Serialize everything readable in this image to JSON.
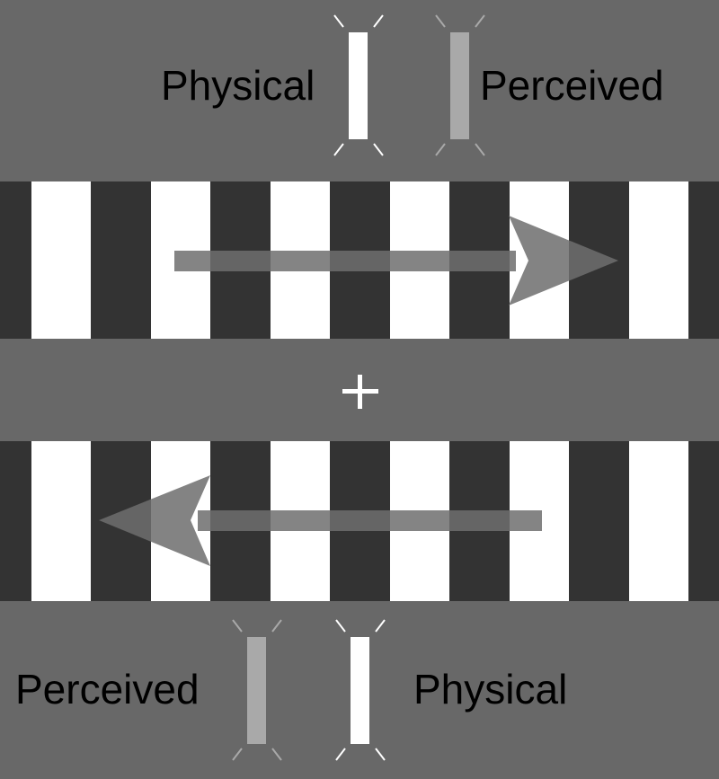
{
  "top_legend": {
    "left_label": "Physical",
    "right_label": "Perceived"
  },
  "bottom_legend": {
    "left_label": "Perceived",
    "right_label": "Physical"
  },
  "fixation_symbol": "+",
  "colors": {
    "background": "#686868",
    "grating_dark": "#333333",
    "grating_light": "#ffffff",
    "perceived_bar": "#a9a9a9",
    "arrow": "#6e6e6e"
  },
  "top_grating": {
    "motion_direction": "right"
  },
  "bottom_grating": {
    "motion_direction": "left"
  }
}
